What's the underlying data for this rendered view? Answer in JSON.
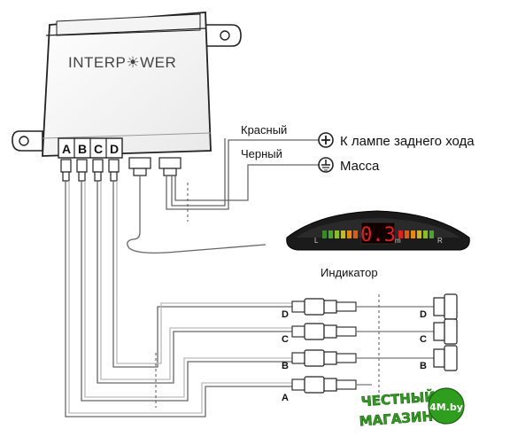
{
  "brand": "INTERP☀WER",
  "connectors": [
    "A",
    "B",
    "C",
    "D"
  ],
  "wires": {
    "red_label": "Красный",
    "black_label": "Черный",
    "plus_target": "К лампе заднего хода",
    "ground_target": "Масса"
  },
  "indicator": {
    "caption": "Индикатор",
    "readout": "0.3",
    "unit": "m",
    "left_mark": "L",
    "right_mark": "R"
  },
  "sensor_rows": [
    {
      "label": "D"
    },
    {
      "label": "C"
    },
    {
      "label": "B"
    },
    {
      "label": "A"
    }
  ],
  "logo": {
    "line1": "ЧЕСТНЫЙ",
    "line2": "МАГАЗИН",
    "badge": "4M.by"
  },
  "colors": {
    "wire": "#555555",
    "display_red": "#e0201e",
    "display_bg": "#1a1a1a",
    "logo_green": "#2f9e1e"
  },
  "icons": {
    "plus": "circle-plus-icon",
    "ground": "ground-icon"
  }
}
